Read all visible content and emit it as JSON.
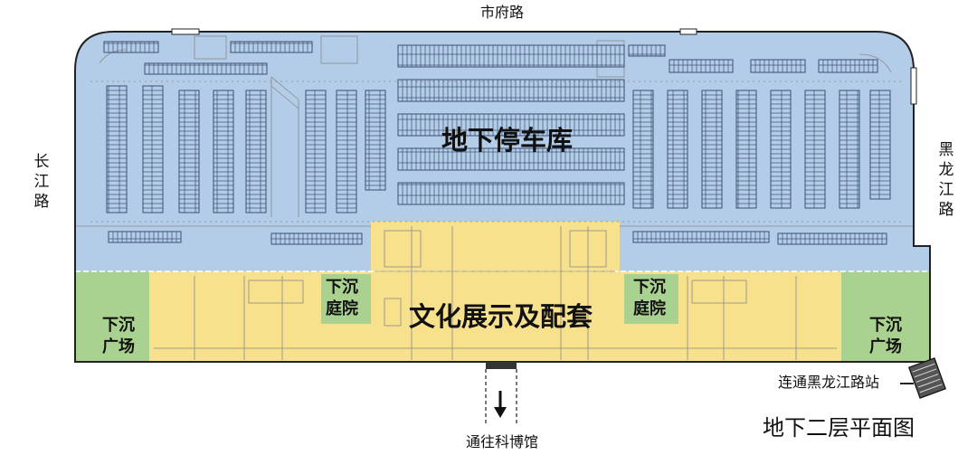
{
  "title": "地下二层平面图",
  "roads": {
    "top": "市府路",
    "left": "长江路",
    "right": "黑龙江路"
  },
  "zones": {
    "parking": "地下停车库",
    "culture": "文化展示及配套",
    "sunken_court_left": "下沉庭院",
    "sunken_court_right": "下沉庭院",
    "sunken_plaza_left": "下沉广场",
    "sunken_plaza_right": "下沉广场"
  },
  "links": {
    "museum": "通往科博馆",
    "station": "连通黑龙江路站"
  },
  "icons": {
    "museum_direction": "arrow-down-icon",
    "station_entrance": "stair-entrance-icon"
  },
  "colors": {
    "parking": "#b3cde9",
    "culture": "#f8e18d",
    "sunken": "#a9d18f",
    "outline": "#222222",
    "stall": "#3d4f70",
    "structure": "#8a8a8a"
  }
}
